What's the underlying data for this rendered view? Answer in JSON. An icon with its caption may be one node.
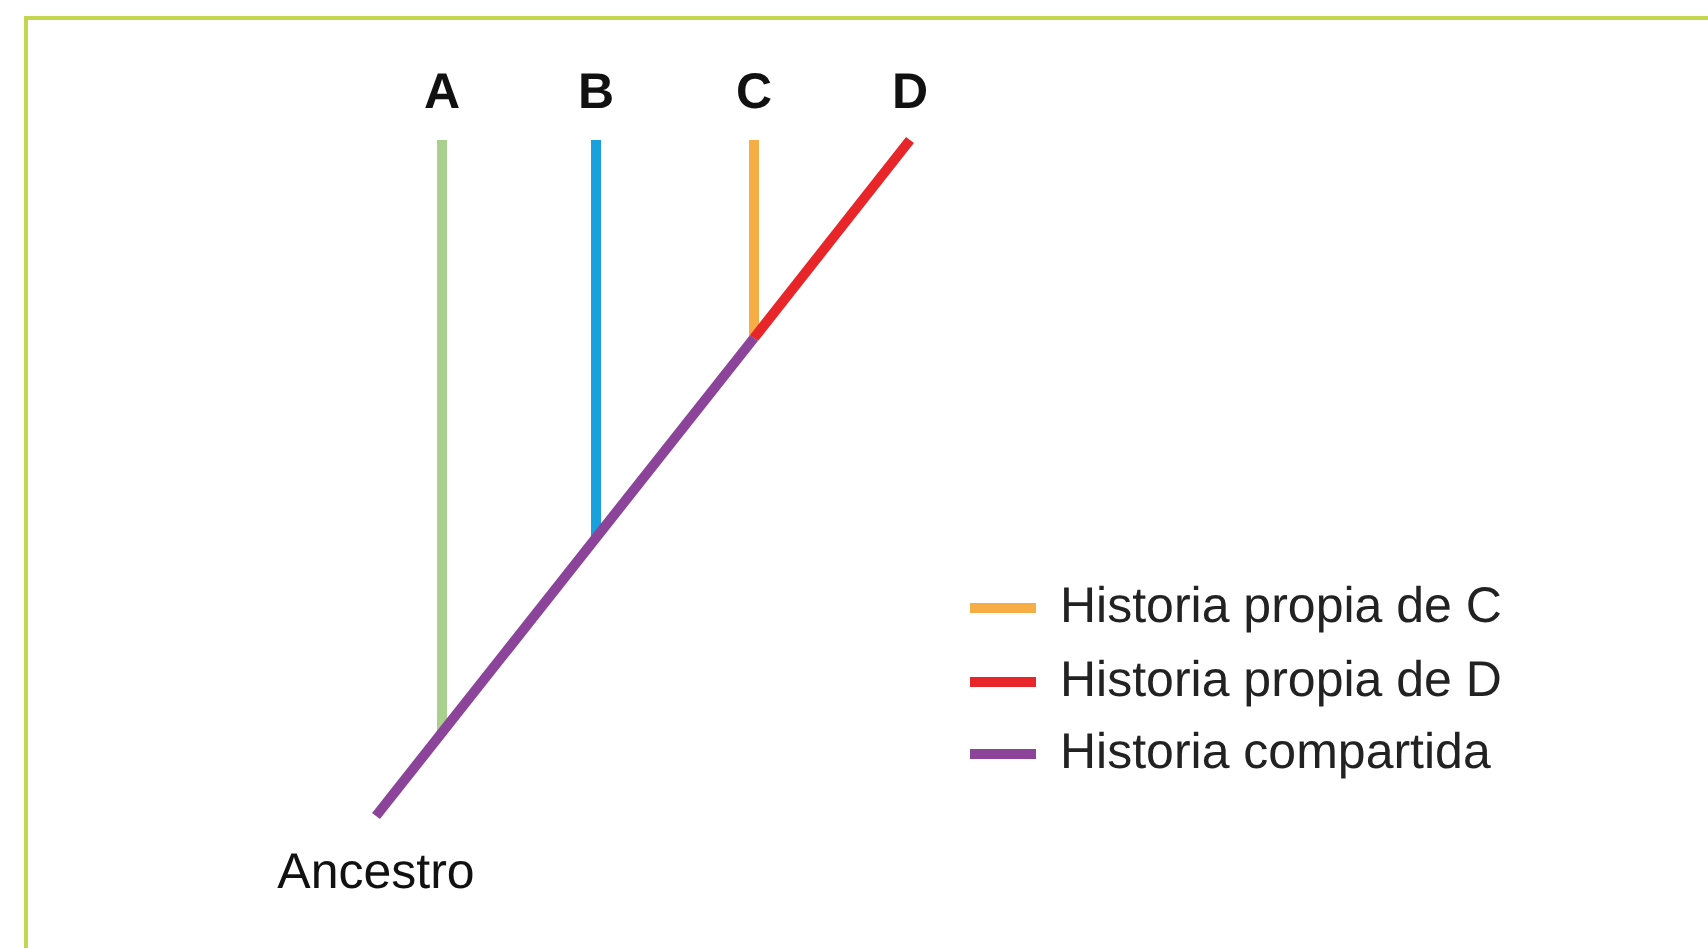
{
  "diagram": {
    "labels": [
      "A",
      "B",
      "C",
      "D",
      "Ancestro"
    ],
    "legend": [
      {
        "text": "Historia propia de C",
        "color": "#f6ad45"
      },
      {
        "text": "Historia propia de D",
        "color": "#e8262a"
      },
      {
        "text": "Historia compartida",
        "color": "#8b4499"
      }
    ]
  }
}
